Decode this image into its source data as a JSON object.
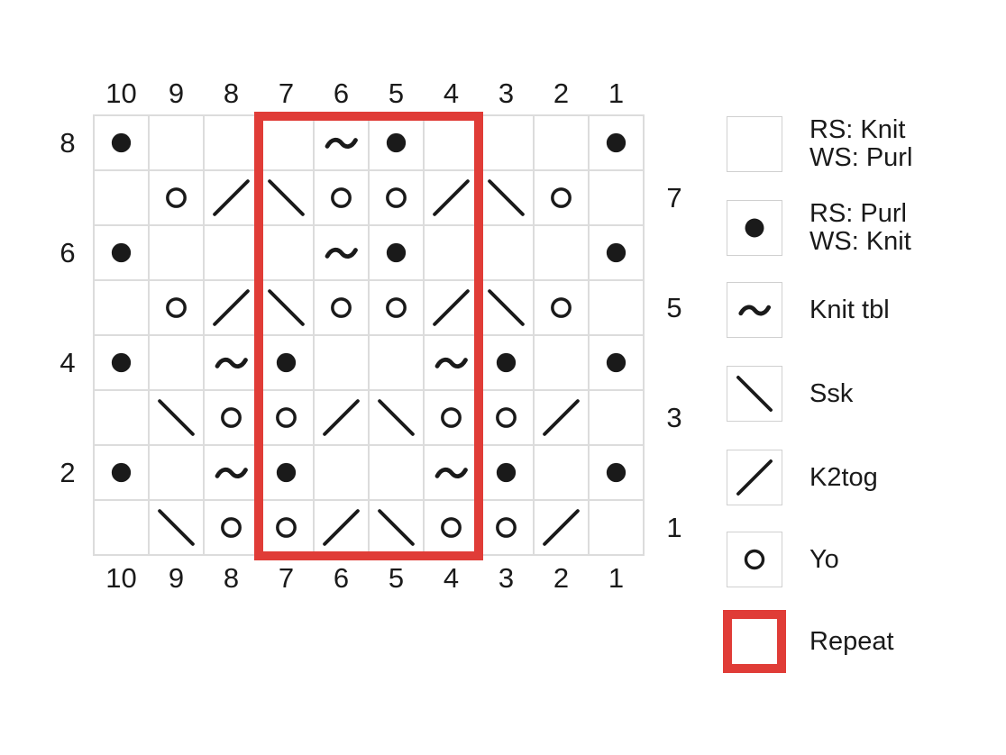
{
  "colors": {
    "accent_red": "#e03c37",
    "grid_line": "#dcdcdc",
    "legend_box_border": "#d0d0d0",
    "symbol": "#1a1a1a",
    "background": "#ffffff"
  },
  "chart_data": {
    "type": "table",
    "description": "Knitting lace chart, 10 stitches wide by 8 rows, read bottom-up",
    "columns_top": [
      "10",
      "9",
      "8",
      "7",
      "6",
      "5",
      "4",
      "3",
      "2",
      "1"
    ],
    "columns_bottom": [
      "10",
      "9",
      "8",
      "7",
      "6",
      "5",
      "4",
      "3",
      "2",
      "1"
    ],
    "rows_left": [
      {
        "label": "8",
        "grid_row": 1
      },
      {
        "label": "6",
        "grid_row": 3
      },
      {
        "label": "4",
        "grid_row": 5
      },
      {
        "label": "2",
        "grid_row": 7
      }
    ],
    "rows_right": [
      {
        "label": "7",
        "grid_row": 2
      },
      {
        "label": "5",
        "grid_row": 4
      },
      {
        "label": "3",
        "grid_row": 6
      },
      {
        "label": "1",
        "grid_row": 8
      }
    ],
    "symbol_key": {
      "": "knit (blank)",
      "p": "purl dot",
      "t": "knit tbl wave",
      "s": "ssk backslash",
      "k": "k2tog slash",
      "o": "yarn over circle"
    },
    "grid_rows_top_to_bottom": [
      "8",
      "7",
      "6",
      "5",
      "4",
      "3",
      "2",
      "1"
    ],
    "grid": [
      [
        "p",
        "",
        "",
        "",
        "t",
        "p",
        "",
        "",
        "",
        "p"
      ],
      [
        "",
        "o",
        "k",
        "s",
        "o",
        "o",
        "k",
        "s",
        "o",
        ""
      ],
      [
        "p",
        "",
        "",
        "",
        "t",
        "p",
        "",
        "",
        "",
        "p"
      ],
      [
        "",
        "o",
        "k",
        "s",
        "o",
        "o",
        "k",
        "s",
        "o",
        ""
      ],
      [
        "p",
        "",
        "t",
        "p",
        "",
        "",
        "t",
        "p",
        "",
        "p"
      ],
      [
        "",
        "s",
        "o",
        "o",
        "k",
        "s",
        "o",
        "o",
        "k",
        ""
      ],
      [
        "p",
        "",
        "t",
        "p",
        "",
        "",
        "t",
        "p",
        "",
        "p"
      ],
      [
        "",
        "s",
        "o",
        "o",
        "k",
        "s",
        "o",
        "o",
        "k",
        ""
      ]
    ],
    "repeat": {
      "from_column": 7,
      "to_column": 4,
      "rows": "all"
    }
  },
  "legend": {
    "items": [
      {
        "symbol": "blank",
        "lines": [
          "RS: Knit",
          "WS: Purl"
        ]
      },
      {
        "symbol": "purl-dot",
        "lines": [
          "RS: Purl",
          "WS: Knit"
        ]
      },
      {
        "symbol": "knit-tbl",
        "lines": [
          "Knit tbl"
        ]
      },
      {
        "symbol": "ssk",
        "lines": [
          "Ssk"
        ]
      },
      {
        "symbol": "k2tog",
        "lines": [
          "K2tog"
        ]
      },
      {
        "symbol": "yo",
        "lines": [
          "Yo"
        ]
      },
      {
        "symbol": "repeat",
        "lines": [
          "Repeat"
        ]
      }
    ]
  }
}
